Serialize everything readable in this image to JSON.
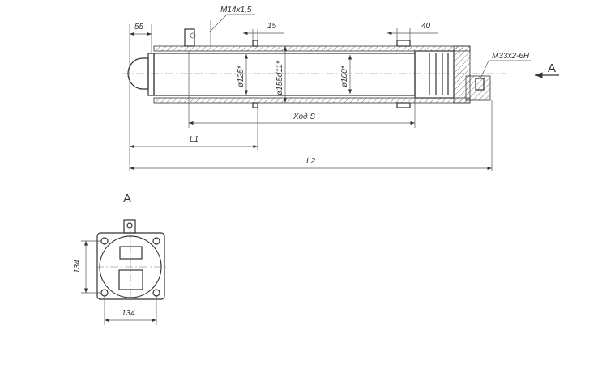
{
  "drawing": {
    "dim_rod_end": "55",
    "thread_port_top": "M14x1,5",
    "dim_15": "15",
    "dim_40": "40",
    "dia_125": "ø125*",
    "dia_155": "ø155d11*",
    "dia_100": "ø100*",
    "stroke_label": "Ход S",
    "l1": "L1",
    "l2": "L2",
    "thread_port_end": "M33x2-6H",
    "view_arrow_label": "A"
  },
  "view_a": {
    "title": "A",
    "dim_vertical": "134",
    "dim_horizontal": "134"
  }
}
